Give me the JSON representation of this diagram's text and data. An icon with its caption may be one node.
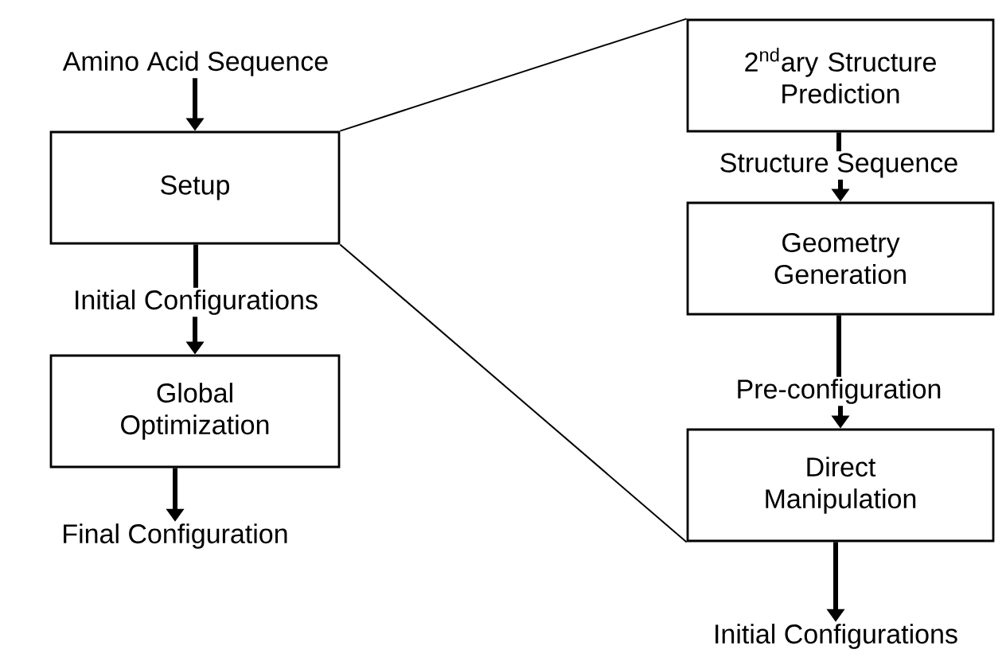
{
  "diagram": {
    "nodes": [
      {
        "text": [
          "Amino Acid Sequence"
        ]
      },
      {
        "text": [
          "Setup"
        ]
      },
      {
        "text": [
          "Initial Configurations"
        ]
      },
      {
        "text": [
          "Global Optimization"
        ]
      },
      {
        "text": [
          "Final Configuration"
        ]
      },
      {
        "text": [
          "2$^{nd}$ary Structure Prediction"
        ]
      },
      {
        "text": [
          "Structure Sequence"
        ]
      },
      {
        "text": [
          "Geometry Generation"
        ]
      },
      {
        "text": [
          "Pre-configuration"
        ]
      },
      {
        "text": [
          "Direct Manipulation"
        ]
      },
      {
        "text": [
          "Initial Configurations"
        ]
      }
    ],
    "edges": [
      {
        "from": 0,
        "to": 1,
        "arrow": "to"
      },
      {
        "from": 1,
        "to": 2,
        "arrow": "none"
      },
      {
        "from": 2,
        "to": 3,
        "arrow": "to"
      },
      {
        "from": 3,
        "to": 4,
        "arrow": "to"
      },
      {
        "from": 5,
        "to": 6,
        "arrow": "none"
      },
      {
        "from": 6,
        "to": 7,
        "arrow": "to"
      },
      {
        "from": 7,
        "to": 8,
        "arrow": "none"
      },
      {
        "from": 8,
        "to": 9,
        "arrow": "to"
      },
      {
        "from": 9,
        "to": 10,
        "arrow": "to"
      },
      {
        "from": 1,
        "to": 5,
        "arrow": "none"
      },
      {
        "from": 1,
        "to": 9,
        "arrow": "none"
      }
    ]
  }
}
